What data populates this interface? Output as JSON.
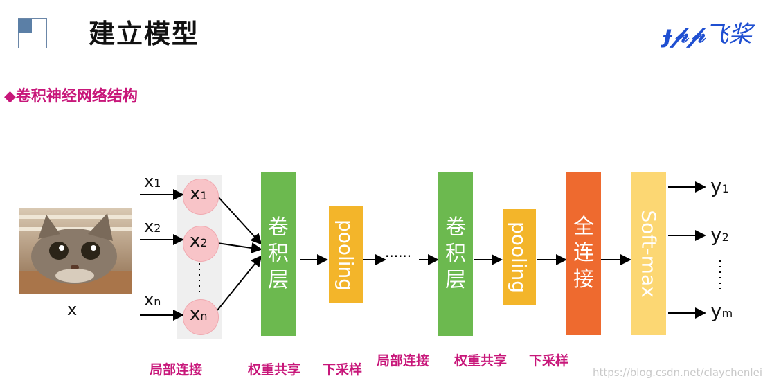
{
  "header": {
    "title": "建立模型",
    "brand": "飞桨"
  },
  "section": {
    "marker": "◆",
    "title": "卷积神经网络结构"
  },
  "diagram": {
    "image_label": "x",
    "inputs": [
      {
        "base": "x",
        "sub": "1"
      },
      {
        "base": "x",
        "sub": "2"
      },
      {
        "base": "x",
        "sub": "n"
      }
    ],
    "nodes": [
      {
        "base": "x",
        "sub": "1"
      },
      {
        "base": "x",
        "sub": "2"
      },
      {
        "base": "x",
        "sub": "n"
      }
    ],
    "blocks": {
      "conv1": "卷积层",
      "pool1": "pooling",
      "dots": "······",
      "conv2": "卷积层",
      "pool2": "pooling",
      "fc": "全连接",
      "softmax": "Soft-max"
    },
    "outputs": [
      {
        "base": "y",
        "sub": "1"
      },
      {
        "base": "y",
        "sub": "2"
      },
      {
        "base": "y",
        "sub": "m"
      }
    ],
    "bottom_labels": [
      "局部连接",
      "权重共享",
      "下采样",
      "局部连接",
      "权重共享",
      "下采样"
    ],
    "colors": {
      "conv": "#6cb94f",
      "pool": "#f3b52a",
      "fc": "#ee6a2f",
      "softmax": "#fcd773",
      "node": "#f8c4c8",
      "accent": "#c8177a"
    }
  },
  "watermark": "https://blog.csdn.net/claychenlei"
}
